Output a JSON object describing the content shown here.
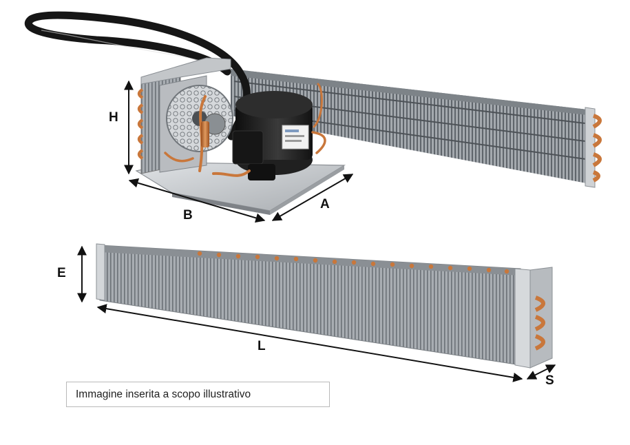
{
  "dimension_labels": {
    "height": "H",
    "depth": "A",
    "width": "B",
    "evaporator_height": "E",
    "evaporator_length": "L",
    "evaporator_thickness": "S"
  },
  "caption": "Immagine inserita a scopo illustrativo",
  "colors": {
    "copper": "#c9773b",
    "fin_metal": "#8e949a",
    "pipe_insulation": "#161616",
    "base_plate": "#c6c9cc",
    "compressor": "#1c1c1c"
  },
  "icons": {
    "condensing_unit": "condensing-unit-photo",
    "evaporator": "finned-evaporator-photo"
  }
}
